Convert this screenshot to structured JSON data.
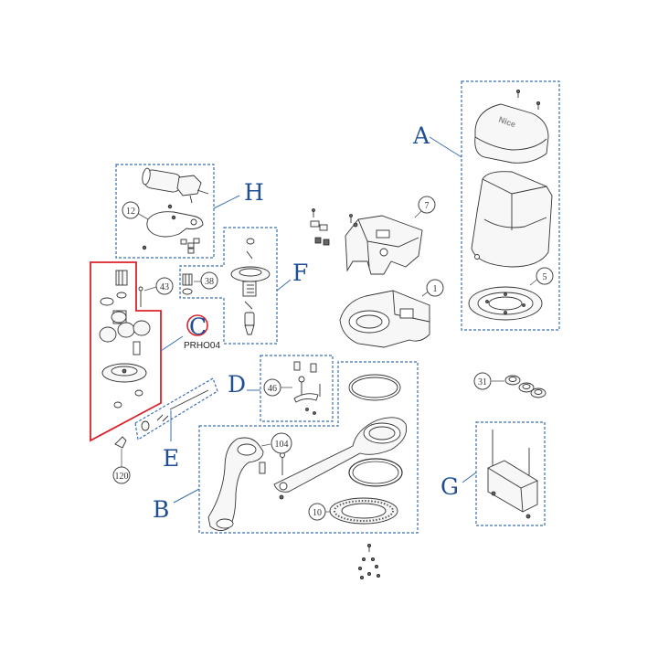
{
  "groups": {
    "A": "A",
    "B": "B",
    "C": "C",
    "D": "D",
    "E": "E",
    "F": "F",
    "G": "G",
    "H": "H"
  },
  "callouts": {
    "c1": "1",
    "c5": "5",
    "c7": "7",
    "c10": "10",
    "c12": "12",
    "c31": "31",
    "c38": "38",
    "c43": "43",
    "c46": "46",
    "c104": "104",
    "c120": "120"
  },
  "ref_code": "PRHO04",
  "brand_mark": "Nice",
  "colors": {
    "group_letter": "#1f4e96",
    "group_box": "#3a6fb0",
    "highlight": "#d9232a"
  }
}
